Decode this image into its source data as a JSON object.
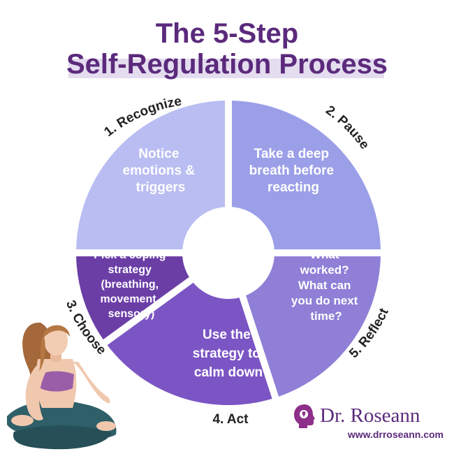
{
  "title": {
    "line1": "The 5-Step",
    "line2": "Self-Regulation Process"
  },
  "steps": [
    {
      "label": "1. Recognize",
      "text": [
        "Notice",
        "emotions &",
        "triggers"
      ],
      "color": "#b9bdf2"
    },
    {
      "label": "2. Pause",
      "text": [
        "Take a deep",
        "breath before",
        "reacting"
      ],
      "color": "#9b9fe8"
    },
    {
      "label": "5. Reflect",
      "text": [
        "What",
        "worked?",
        "What can",
        "you do next",
        "time?"
      ],
      "color": "#8f7fd6"
    },
    {
      "label": "4. Act",
      "text": [
        "Use the",
        "strategy to",
        "calm down"
      ],
      "color": "#7b55c4"
    },
    {
      "label": "3. Choose",
      "text": [
        "Pick a coping",
        "strategy",
        "(breathing,",
        "movement,",
        "sensory)"
      ],
      "color": "#6b3ea6"
    }
  ],
  "brand": {
    "name": "Dr. Roseann",
    "url": "www.drroseann.com",
    "color": "#5b2a7c"
  },
  "icons": {
    "brand": "head-silhouette-icon",
    "figure": "meditating-woman-illustration"
  }
}
